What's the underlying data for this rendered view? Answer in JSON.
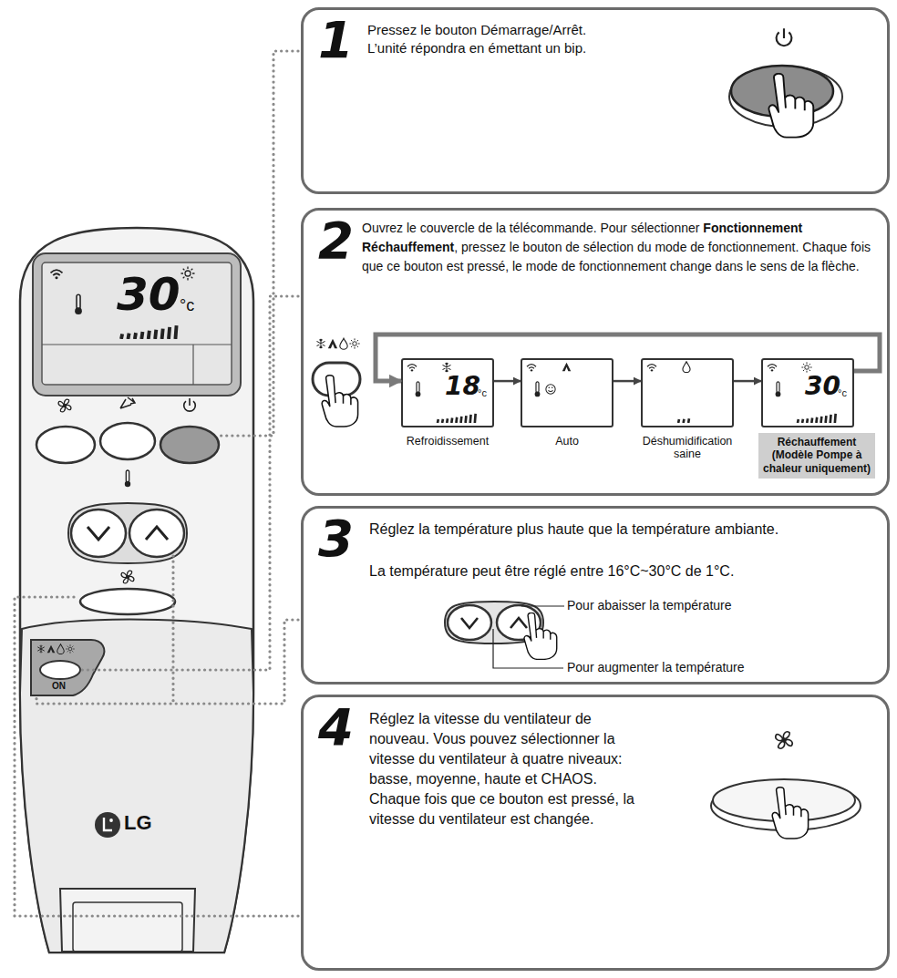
{
  "diagram": {
    "nodes": [
      {
        "text": [
          "1",
          "Pressez le bouton Démarrage/Arrêt.",
          "L’unité répondra en émettant un bip."
        ]
      },
      {
        "text": [
          "2",
          "Ouvrez le couvercle de la télécommande. Pour sélectionner",
          "Fonctionnement Réchauffement",
          ", pressez le bouton de sélection du mode de fonctionnement. Chaque fois que ce bouton est pressé, le mode de fonctionnement change dans le sens de la flèche."
        ]
      },
      {
        "text": [
          "18",
          "°c",
          "Refroidissement"
        ],
        "in": 1
      },
      {
        "text": [
          "Auto"
        ],
        "in": 1
      },
      {
        "text": [
          "Déshumidification saine"
        ],
        "in": 1
      },
      {
        "text": [
          "30",
          "°c",
          "Réchauffement (Modèle Pompe à chaleur uniquement)"
        ],
        "in": 1
      },
      {
        "text": [
          "3",
          "Réglez la température plus haute que la température ambiante.",
          "La température peut être réglé entre 16°C~30°C de 1°C."
        ]
      },
      {
        "text": [
          "4",
          "Réglez la vitesse du ventilateur de nouveau. Vous pouvez sélectionner la vitesse du ventilateur à quatre niveaux: basse, moyenne, haute et CHAOS. Chaque fois que ce bouton est pressé, la vitesse du ventilateur est changée."
        ]
      }
    ],
    "edges": [
      {
        "from": 2,
        "to": 3,
        "arrow": "to"
      },
      {
        "from": 3,
        "to": 4,
        "arrow": "to"
      },
      {
        "from": 4,
        "to": 5,
        "arrow": "to"
      },
      {
        "from": 5,
        "to": 2,
        "arrow": "to"
      }
    ],
    "labels": [
      "30",
      "°c",
      "ON",
      "LG",
      "Pour abaisser la température",
      "Pour augmenter la température"
    ]
  }
}
